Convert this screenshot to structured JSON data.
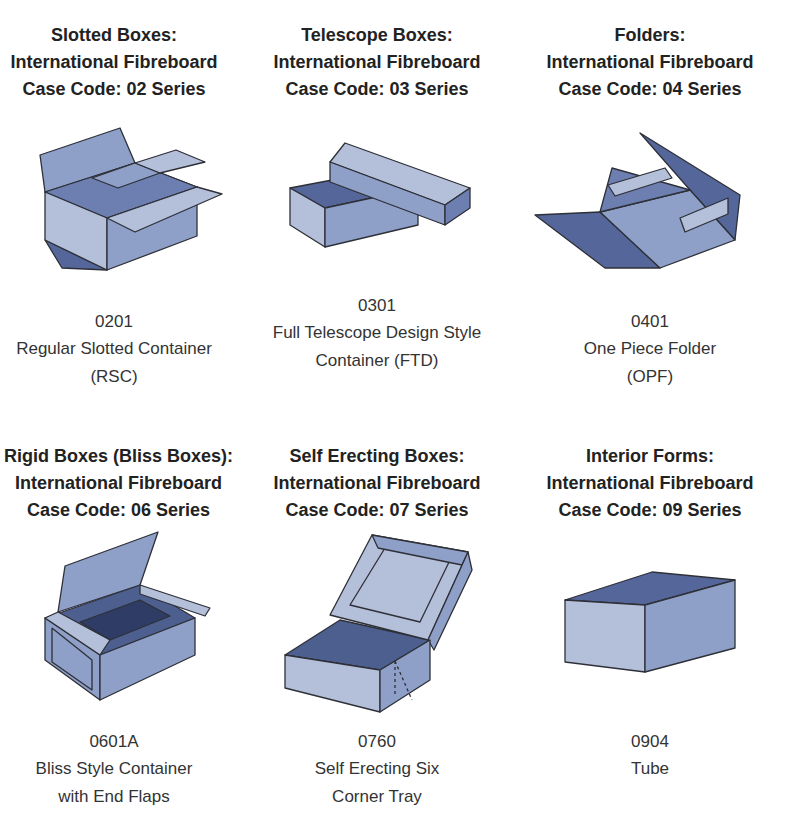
{
  "diagram": {
    "labels": [
      "Slotted Boxes: International Fibreboard Case Code: 02 Series",
      "Telescope Boxes: International Fibreboard Case Code: 03 Series",
      "Folders: International Fibreboard Case Code: 04 Series",
      "0201",
      "Regular Slotted Container (RSC)",
      "0301",
      "Full Telescope Design Style Container (FTD)",
      "0401",
      "One Piece Folder (OPF)",
      "Rigid Boxes (Bliss Boxes): International Fibreboard Case Code: 06 Series",
      "Self Erecting Boxes: International Fibreboard Case Code: 07 Series",
      "Interior Forms: International Fibreboard Case Code: 09 Series",
      "0601A",
      "Bliss Style Container with End Flaps",
      "0760",
      "Self Erecting Six Corner Tray",
      "0904",
      "Tube"
    ]
  }
}
